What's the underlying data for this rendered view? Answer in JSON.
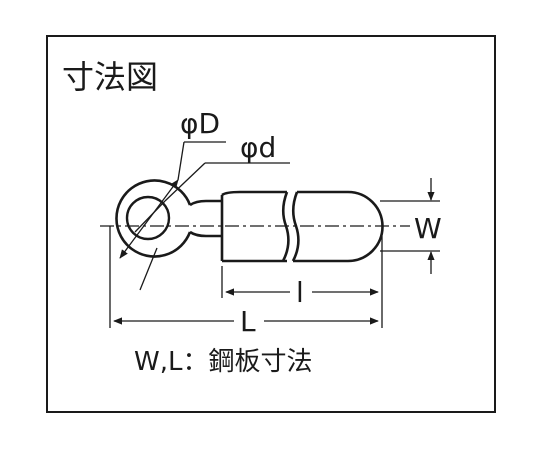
{
  "diagram": {
    "title": "寸法図",
    "labels": {
      "outer_diameter": "φD",
      "inner_diameter": "φd",
      "width": "W",
      "sleeve_length": "l",
      "total_length": "L"
    },
    "note": "W,L：鋼板寸法"
  },
  "colors": {
    "line": "#1a1a1a",
    "background": "#ffffff"
  }
}
